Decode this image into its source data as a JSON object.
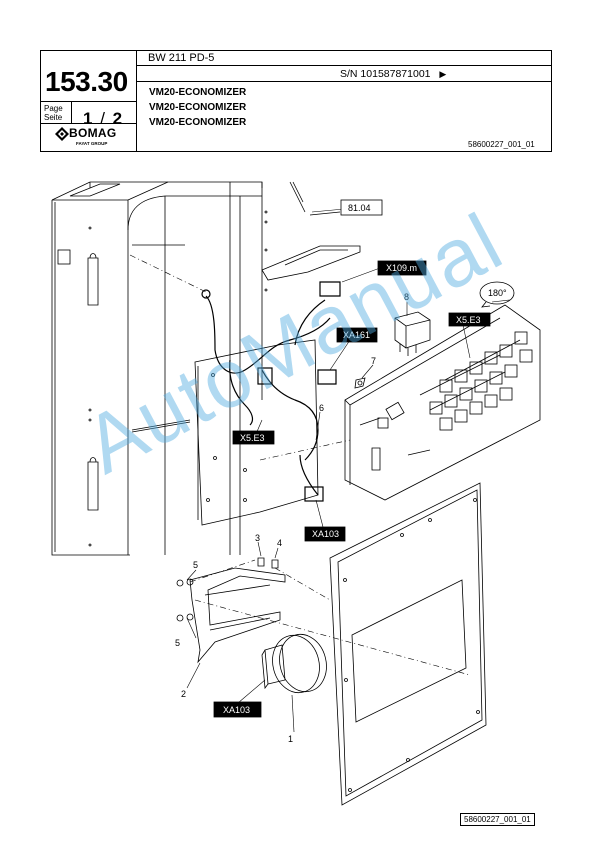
{
  "header": {
    "model": "BW 211 PD-5",
    "serial": "S/N 101587871001",
    "serial_arrow": "▶",
    "part_number": "153.30",
    "page_label_de": "Page",
    "page_label_en": "Seite",
    "page": "1",
    "page_sep": "/",
    "pages": "2",
    "titles": [
      "VM20-ECONOMIZER",
      "VM20-ECONOMIZER",
      "VM20-ECONOMIZER"
    ],
    "drawing_ref": "58600227_001_01",
    "logo_text": "BOMAG",
    "logo_sub": "FAYAT GROUP"
  },
  "drawing": {
    "callouts": {
      "ref_8104": "81.04",
      "x109m": "X109.m",
      "rot180": "180°",
      "xa161": "XA161",
      "x5e3_right": "X5.E3",
      "x5e3_left": "X5.E3",
      "xa103_upper": "XA103",
      "xa103_lower": "XA103"
    },
    "item_numbers": {
      "n8": "8",
      "n7": "7",
      "n6": "6",
      "n3": "3",
      "n4": "4",
      "n5a": "5",
      "n5b": "5",
      "n2": "2",
      "n1": "1"
    },
    "bottom_ref": "58600227_001_01"
  },
  "watermark": "AutoManual"
}
